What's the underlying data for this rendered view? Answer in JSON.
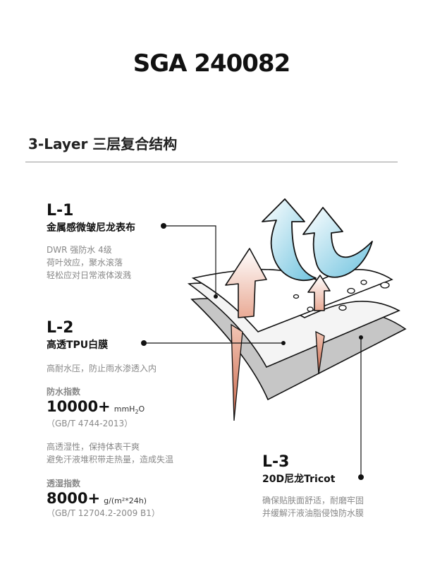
{
  "title": "SGA 240082",
  "subtitle": "3-Layer 三层复合结构",
  "layers": {
    "l1": {
      "code": "L-1",
      "name": "金属感微皱尼龙表布",
      "desc": [
        "DWR 强防水 4级",
        "荷叶效应，聚水滚落",
        "轻松应对日常液体泼溅"
      ]
    },
    "l2": {
      "code": "L-2",
      "name": "高透TPU白膜",
      "desc": "高耐水压，防止雨水渗透入内",
      "waterproof": {
        "label": "防水指数",
        "value": "10000+",
        "unit_prefix": "mmH",
        "unit_sub": "2",
        "unit_suffix": "O",
        "standard": "（GB/T 4744-2013）"
      },
      "breath_desc": [
        "高透湿性，保持体表干爽",
        "避免汗液堆积带走热量，造成失温"
      ],
      "breathability": {
        "label": "透湿指数",
        "value": "8000+",
        "unit": "g/(m²*24h)",
        "standard": "（GB/T 12704.2-2009 B1）"
      }
    },
    "l3": {
      "code": "L-3",
      "name": "20D尼龙Tricot",
      "desc": [
        "确保贴肤面舒适，耐磨牢固",
        "并缓解汗液油脂侵蚀防水膜"
      ]
    }
  },
  "colors": {
    "text": "#111111",
    "muted": "#888888",
    "arrow_blue": "#6fc3df",
    "arrow_pink": "#e9aa95",
    "drop_red": "#d9846a",
    "layer_grey": "#c6c6c6"
  }
}
